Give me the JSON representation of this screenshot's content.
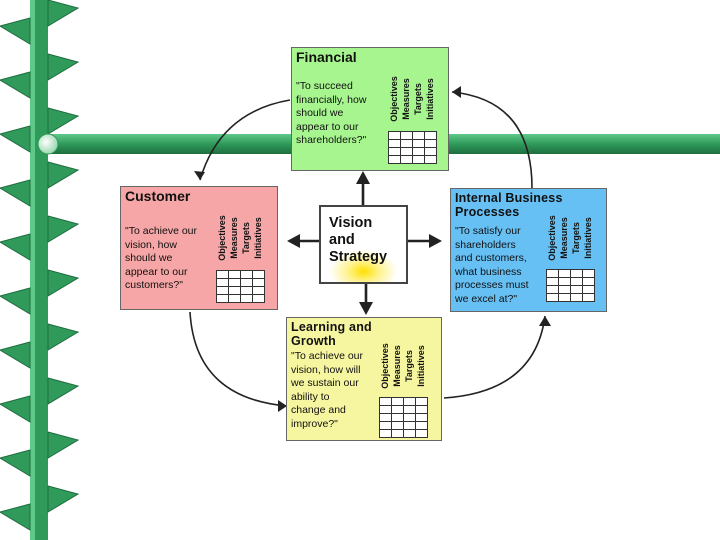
{
  "colors": {
    "financial": "#a6f58f",
    "customer": "#f6a6a6",
    "internal": "#66c0f4",
    "learning": "#f6f6a0",
    "accent_green": "#2f9a5a",
    "vision_glow": "#ffe000"
  },
  "column_headers": [
    "Objectives",
    "Measures",
    "Targets",
    "Initiatives"
  ],
  "financial": {
    "title": "Financial",
    "question": [
      "\"To succeed",
      "financially, how",
      "should we",
      "appear to our",
      "shareholders?\""
    ]
  },
  "customer": {
    "title": "Customer",
    "question": [
      "\"To achieve our",
      "vision, how",
      "should we",
      "appear to our",
      "customers?\""
    ]
  },
  "internal": {
    "title": [
      "Internal Business",
      "Processes"
    ],
    "question": [
      "\"To satisfy our",
      "shareholders",
      "and customers,",
      "what business",
      "processes must",
      "we excel at?\""
    ]
  },
  "learning": {
    "title": [
      "Learning and",
      "Growth"
    ],
    "question": [
      "\"To achieve our",
      "vision, how will",
      "we sustain our",
      "ability to",
      "change and",
      "improve?\""
    ]
  },
  "vision": {
    "lines": [
      "Vision",
      "and",
      "Strategy"
    ]
  }
}
